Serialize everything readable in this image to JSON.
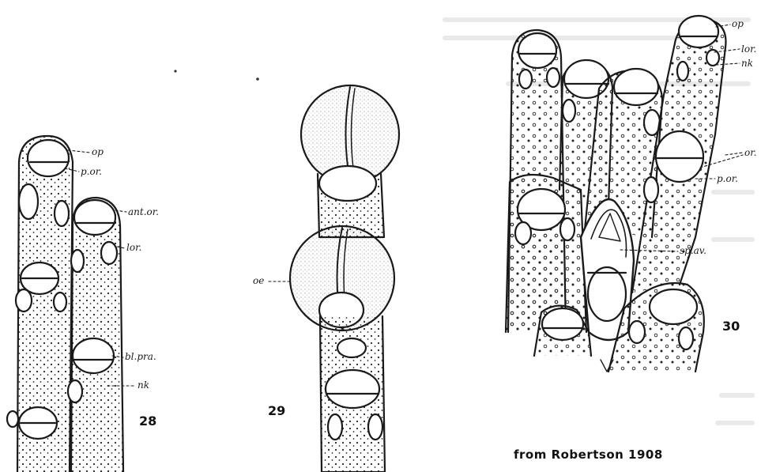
{
  "figures": [
    {
      "id": "28",
      "number": "28",
      "labels": [
        "op",
        "p.or.",
        "ant.or.",
        "lor.",
        "bl.pra.",
        "nk"
      ]
    },
    {
      "id": "29",
      "number": "29",
      "labels": [
        "oe"
      ]
    },
    {
      "id": "30",
      "number": "30",
      "labels": [
        "op",
        "lor.",
        "nk",
        "or.",
        "p.or.",
        "sp.av."
      ]
    }
  ],
  "credit": "from Robertson 1908",
  "colors": {
    "ink": "#1a1a1a",
    "paper": "#ffffff",
    "ghost_text": "#e9e9e9"
  }
}
